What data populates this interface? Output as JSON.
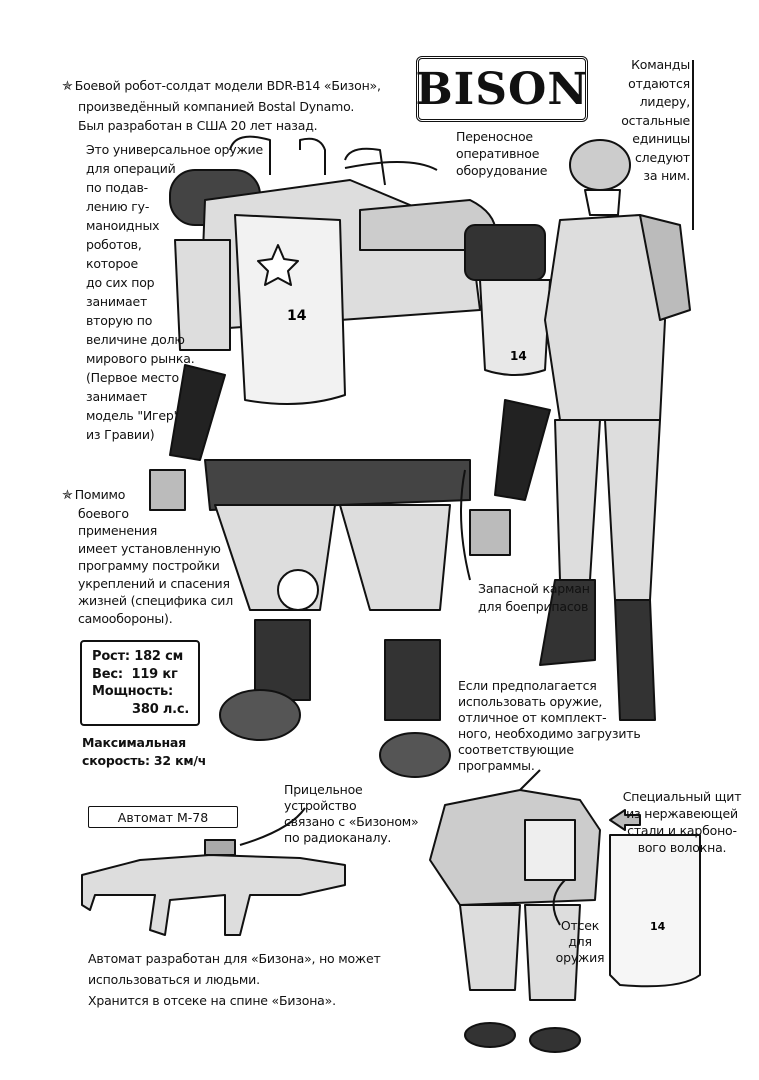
{
  "title": "BISON",
  "intro": {
    "star_icon": "star-icon",
    "lines": [
      "Боевой робот-солдат модели BDR-B14 «Бизон»,",
      "произведённый компанией Bostal Dynamo.",
      "Был разработан в США 20 лет назад."
    ]
  },
  "weapon_note": [
    "Это универсальное оружие",
    "для операций",
    "по подав-",
    "лению гу-",
    "маноидных",
    "роботов,",
    "которое",
    "до сих пор",
    "занимает",
    "вторую по",
    "величине долю",
    "мирового рынка.",
    "(Первое место",
    "занимает",
    "модель \"Игер\"",
    "из Гравии)"
  ],
  "commands_note": [
    "Команды",
    "отдаются",
    "лидеру,",
    "остальные",
    "единицы",
    "следуют",
    "за ним."
  ],
  "portable_note": [
    "Переносное",
    "оперативное",
    "оборудование"
  ],
  "secondary_use": [
    "Помимо",
    "боевого",
    "применения",
    "имеет установленную",
    "программу постройки",
    "укреплений и спасения",
    "жизней (специфика сил",
    "самообороны)."
  ],
  "stats": {
    "height": "Рост: 182 см",
    "weight": "Вес:  119 кг",
    "power_label": "Мощность:",
    "power_value": "380 л.с."
  },
  "max_speed": [
    "Максимальная",
    "скорость: 32 км/ч"
  ],
  "spare_pocket": [
    "Запасной карман",
    "для боеприпасов"
  ],
  "weapon_swap": [
    "Если предполагается",
    "использовать оружие,",
    "отличное от комплект-",
    "ного, необходимо загрузить",
    "соответствующие",
    "программы."
  ],
  "shield_note": [
    "Специальный щит",
    "из нержавеющей",
    "стали и карбоно-",
    "вого волокна."
  ],
  "sight_note": [
    "Прицельное",
    "устройство",
    "связано с «Бизоном»",
    "по радиоканалу."
  ],
  "rifle_label": "Автомат М-78",
  "rifle_note": [
    "Автомат разработан для «Бизона», но может",
    "использоваться и людьми.",
    "Хранится в отсеке на спине «Бизона»."
  ],
  "compartment_note": [
    "Отсек",
    "для",
    "оружия"
  ],
  "robot_markings": {
    "number": "14"
  }
}
